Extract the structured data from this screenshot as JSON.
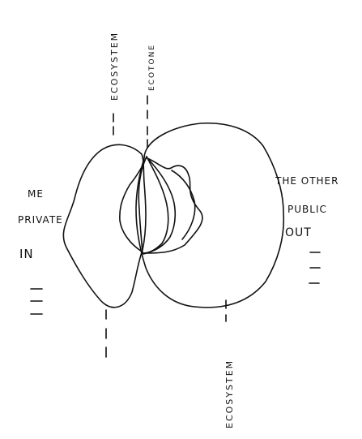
{
  "labels": {
    "me": "ME",
    "private": "PRIVATE",
    "in": "IN",
    "the_other": "THE OTHER",
    "public": "PUBLIC",
    "out": "OUT",
    "ecosystem_top": "ECOSYSTEM",
    "ecotone": "ECOTONE",
    "ecosystem_bottom": "ECOSYSTEM"
  },
  "colors": {
    "ink": "#111111",
    "paper": "#ffffff"
  }
}
